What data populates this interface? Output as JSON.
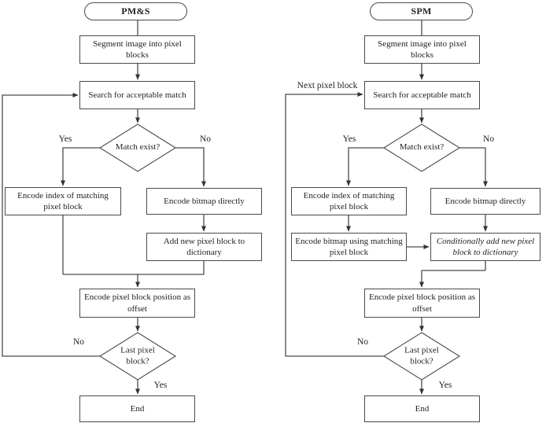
{
  "colors": {
    "background": "#ffffff",
    "line": "#4a4a4a",
    "text": "#1f1f1f"
  },
  "pms": {
    "title": "PM&S",
    "nodes": {
      "segment": "Segment image into pixel blocks",
      "search": "Search for acceptable match",
      "match_exist": "Match exist?",
      "encode_index": "Encode index of matching pixel block",
      "encode_bitmap_directly": "Encode bitmap directly",
      "add_to_dictionary": "Add new pixel block to dictionary",
      "encode_position": "Encode pixel block position as offset",
      "last_pixel_block": "Last pixel block?",
      "end": "End"
    },
    "edge_labels": {
      "match_yes": "Yes",
      "match_no": "No",
      "last_no": "No",
      "last_yes": "Yes"
    }
  },
  "spm": {
    "title": "SPM",
    "nodes": {
      "segment": "Segment image into pixel blocks",
      "search": "Search for acceptable match",
      "match_exist": "Match exist?",
      "encode_index": "Encode index of matching pixel block",
      "encode_bitmap_directly": "Encode bitmap directly",
      "encode_bitmap_matching": "Encode bitmap using matching pixel block",
      "conditionally_add": "Conditionally add new pixel block to dictionary",
      "encode_position": "Encode pixel block position as offset",
      "last_pixel_block": "Last pixel block?",
      "end": "End"
    },
    "edge_labels": {
      "next_pixel_block": "Next pixel block",
      "match_yes": "Yes",
      "match_no": "No",
      "last_no": "No",
      "last_yes": "Yes"
    }
  }
}
